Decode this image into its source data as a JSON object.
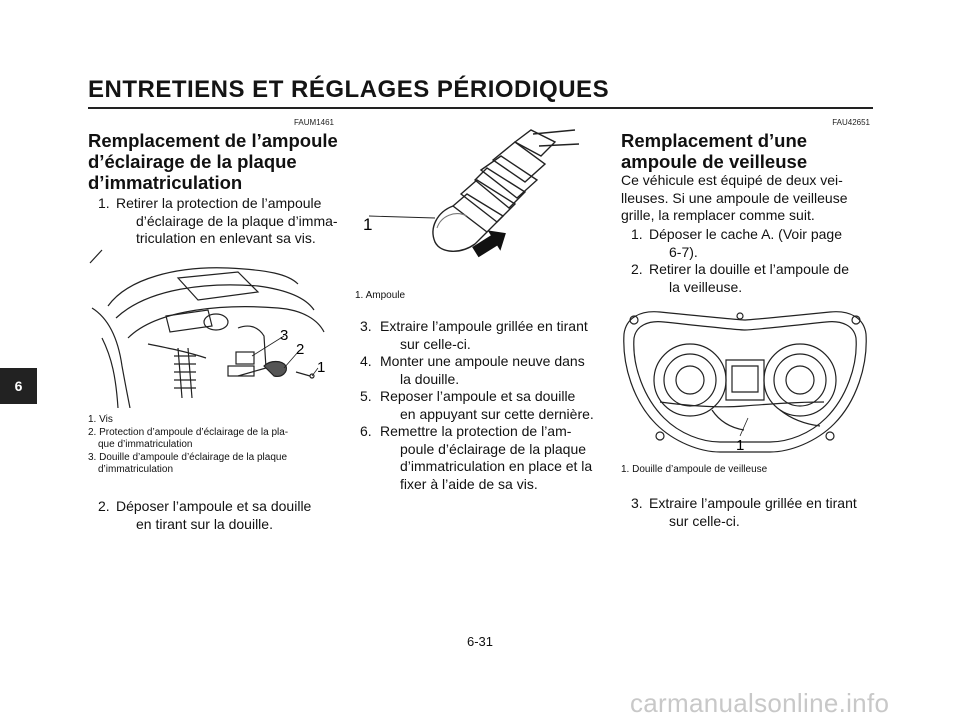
{
  "header": {
    "title": "ENTRETIENS ET RÉGLAGES PÉRIODIQUES"
  },
  "chapter_tab": "6",
  "col1": {
    "code": "FAUM1461",
    "heading": [
      "Remplacement de l’ampoule",
      "d’éclairage de la plaque",
      "d’immatriculation"
    ],
    "step1": {
      "num": "1.",
      "lines": [
        "Retirer la protection de l’ampoule",
        "d’éclairage de la plaque d’imma-",
        "triculation en enlevant sa vis."
      ]
    },
    "figure_callouts": [
      "3",
      "2",
      "1"
    ],
    "captions": [
      "1. Vis",
      "2. Protection d’ampoule d’éclairage de la pla-",
      "que d’immatriculation",
      "3. Douille d’ampoule d’éclairage de la plaque",
      "d’immatriculation"
    ],
    "step2": {
      "num": "2.",
      "lines": [
        "Déposer l’ampoule et sa douille",
        "en tirant sur la douille."
      ]
    }
  },
  "col2": {
    "figure_callout": "1",
    "caption": "1. Ampoule",
    "steps": [
      {
        "num": "3.",
        "lines": [
          "Extraire l’ampoule grillée en tirant",
          "sur celle-ci."
        ]
      },
      {
        "num": "4.",
        "lines": [
          "Monter une ampoule neuve dans",
          "la douille."
        ]
      },
      {
        "num": "5.",
        "lines": [
          "Reposer l’ampoule et sa douille",
          "en appuyant sur cette dernière."
        ]
      },
      {
        "num": "6.",
        "lines": [
          "Remettre la protection de l’am-",
          "poule d’éclairage de la plaque",
          "d’immatriculation en place et la",
          "fixer à l’aide de sa vis."
        ]
      }
    ]
  },
  "col3": {
    "code": "FAU42651",
    "heading": [
      "Remplacement d’une",
      "ampoule de veilleuse"
    ],
    "intro": [
      "Ce véhicule est équipé de deux vei-",
      "lleuses. Si une ampoule de veilleuse",
      "grille, la remplacer comme suit."
    ],
    "steps": [
      {
        "num": "1.",
        "lines": [
          "Déposer le cache A. (Voir page",
          "6-7)."
        ]
      },
      {
        "num": "2.",
        "lines": [
          "Retirer la douille et l’ampoule de",
          "la veilleuse."
        ]
      }
    ],
    "figure_callout": "1",
    "caption": "1. Douille d’ampoule de veilleuse",
    "step3": {
      "num": "3.",
      "lines": [
        "Extraire l’ampoule grillée en tirant",
        "sur celle-ci."
      ]
    }
  },
  "footer": {
    "page": "6-31"
  },
  "watermark": "carmanualsonline.info"
}
